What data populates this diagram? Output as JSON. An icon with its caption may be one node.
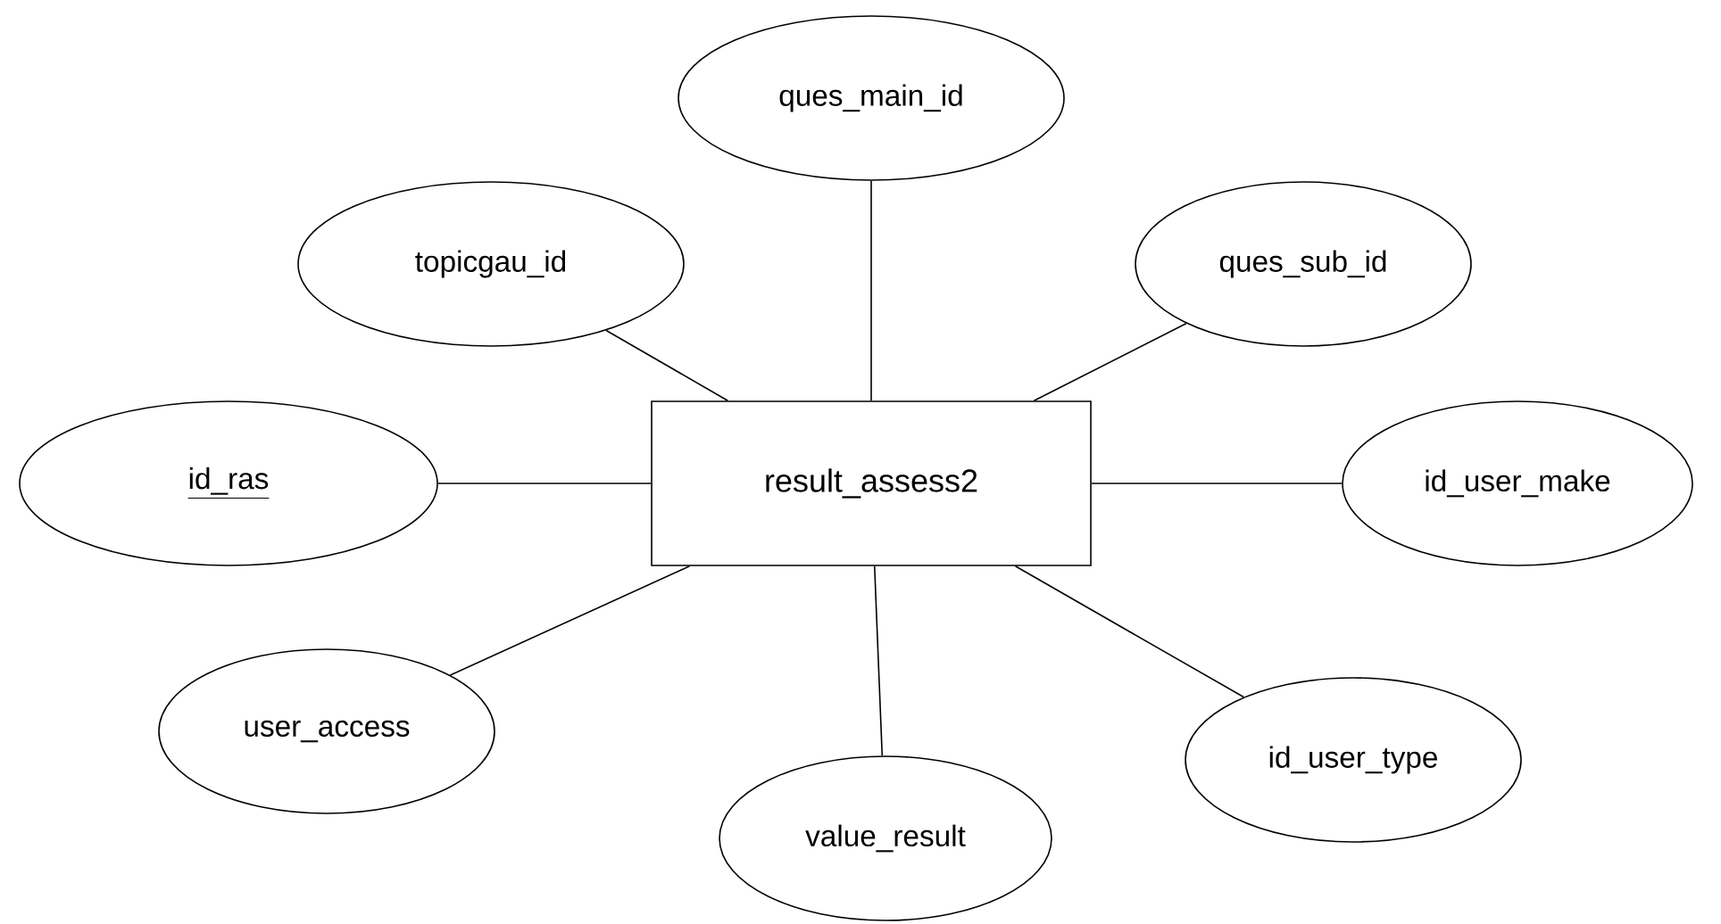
{
  "diagram": {
    "nodes": [
      {
        "text": [
          "ques_main_id"
        ]
      },
      {
        "text": [
          "topicgau_id"
        ]
      },
      {
        "text": [
          "ques_sub_id"
        ]
      },
      {
        "text": [
          "id_ras"
        ]
      },
      {
        "text": [
          "result_assess2"
        ]
      },
      {
        "text": [
          "id_user_make"
        ]
      },
      {
        "text": [
          "user_access"
        ]
      },
      {
        "text": [
          "id_user_type"
        ]
      },
      {
        "text": [
          "value_result"
        ]
      }
    ],
    "edges": [
      {
        "from": 4,
        "to": 0,
        "arrow": "none"
      },
      {
        "from": 4,
        "to": 1,
        "arrow": "none"
      },
      {
        "from": 4,
        "to": 2,
        "arrow": "none"
      },
      {
        "from": 4,
        "to": 3,
        "arrow": "none"
      },
      {
        "from": 4,
        "to": 5,
        "arrow": "none"
      },
      {
        "from": 4,
        "to": 6,
        "arrow": "none"
      },
      {
        "from": 4,
        "to": 7,
        "arrow": "none"
      },
      {
        "from": 4,
        "to": 8,
        "arrow": "none"
      }
    ]
  }
}
